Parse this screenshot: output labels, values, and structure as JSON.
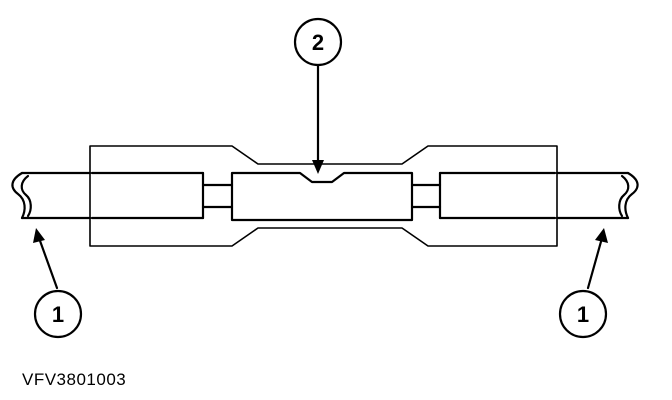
{
  "callouts": [
    {
      "id": "left",
      "number": "1"
    },
    {
      "id": "top",
      "number": "2"
    },
    {
      "id": "right",
      "number": "1"
    }
  ],
  "figure_code": "VFV3801003",
  "colors": {
    "ink": "#000000",
    "background": "#ffffff"
  }
}
